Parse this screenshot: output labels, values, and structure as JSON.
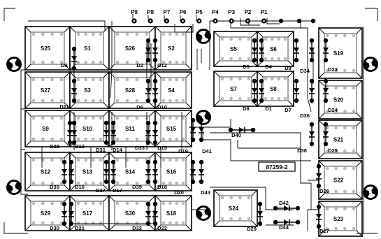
{
  "board_id": "87259-2",
  "pins": [
    "P9",
    "P8",
    "P7",
    "P6",
    "P5",
    "P4",
    "P3",
    "P2",
    "P1"
  ],
  "switches": [
    {
      "id": "S25"
    },
    {
      "id": "S1"
    },
    {
      "id": "S26"
    },
    {
      "id": "S2"
    },
    {
      "id": "S5"
    },
    {
      "id": "S6"
    },
    {
      "id": "S19"
    },
    {
      "id": "S27"
    },
    {
      "id": "S3"
    },
    {
      "id": "S28"
    },
    {
      "id": "S4"
    },
    {
      "id": "S7"
    },
    {
      "id": "S8"
    },
    {
      "id": "S20"
    },
    {
      "id": "S9"
    },
    {
      "id": "S10"
    },
    {
      "id": "S11"
    },
    {
      "id": "S15"
    },
    {
      "id": "S21"
    },
    {
      "id": "S12"
    },
    {
      "id": "S13"
    },
    {
      "id": "S14"
    },
    {
      "id": "S16"
    },
    {
      "id": "S22"
    },
    {
      "id": "S29"
    },
    {
      "id": "S17"
    },
    {
      "id": "S30"
    },
    {
      "id": "S18"
    },
    {
      "id": "S24"
    },
    {
      "id": "S23"
    }
  ],
  "diodes": [
    {
      "id": "D3"
    },
    {
      "id": "D2"
    },
    {
      "id": "D12"
    },
    {
      "id": "D5"
    },
    {
      "id": "D4"
    },
    {
      "id": "D9"
    },
    {
      "id": "D34"
    },
    {
      "id": "D23"
    },
    {
      "id": "D11"
    },
    {
      "id": "D6"
    },
    {
      "id": "D10"
    },
    {
      "id": "D8"
    },
    {
      "id": "D1"
    },
    {
      "id": "D7"
    },
    {
      "id": "D36"
    },
    {
      "id": "D24"
    },
    {
      "id": "D40"
    },
    {
      "id": "D28"
    },
    {
      "id": "D13"
    },
    {
      "id": "D31"
    },
    {
      "id": "D14"
    },
    {
      "id": "D33"
    },
    {
      "id": "D15"
    },
    {
      "id": "D19"
    },
    {
      "id": "D41"
    },
    {
      "id": "D38"
    },
    {
      "id": "D25"
    },
    {
      "id": "D35"
    },
    {
      "id": "D16"
    },
    {
      "id": "D37"
    },
    {
      "id": "D17"
    },
    {
      "id": "D39"
    },
    {
      "id": "D18"
    },
    {
      "id": "D20"
    },
    {
      "id": "D43"
    },
    {
      "id": "D26"
    },
    {
      "id": "D42"
    },
    {
      "id": "D44"
    },
    {
      "id": "D30"
    },
    {
      "id": "D21"
    },
    {
      "id": "D32"
    },
    {
      "id": "D22"
    },
    {
      "id": "D29"
    },
    {
      "id": "D27"
    }
  ]
}
